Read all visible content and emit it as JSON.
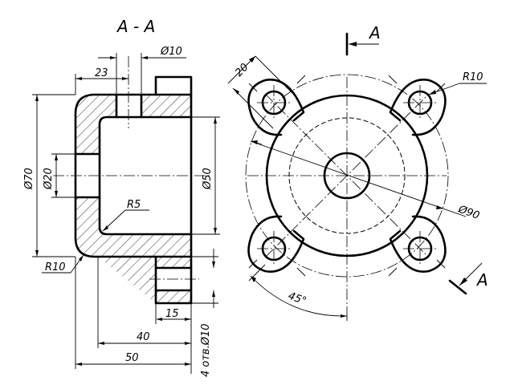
{
  "section_title": "A - A",
  "cut_label": "A",
  "section_dims": {
    "d10": "Ø10",
    "d23": "23",
    "d70": "Ø70",
    "d20": "Ø20",
    "d50": "Ø50",
    "r5": "R5",
    "r10": "R10",
    "d15": "15",
    "d40": "40",
    "d50b": "50",
    "holes": "4 отв.Ø10"
  },
  "plan_dims": {
    "d20": "20",
    "r10": "R10",
    "d90": "Ø90",
    "angle": "45°"
  }
}
